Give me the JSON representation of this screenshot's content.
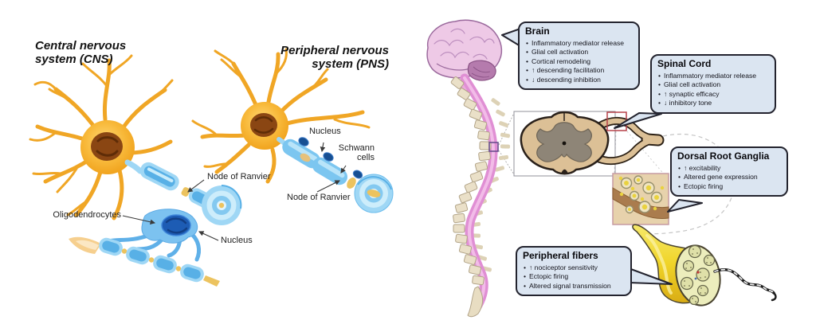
{
  "left_panel": {
    "cns_title": "Central nervous system (CNS)",
    "pns_title": "Peripheral nervous system (PNS)",
    "labels": {
      "node_of_ranvier_cns": "Node of Ranvier",
      "oligodendrocytes": "Oligodendrocytes",
      "nucleus_cns": "Nucleus",
      "nucleus_pns": "Nucleus",
      "schwann_cells": "Schwann cells",
      "node_of_ranvier_pns": "Node of Ranvier"
    }
  },
  "right_panel": {
    "callouts": {
      "brain": {
        "title": "Brain",
        "items": [
          "Inflammatory mediator release",
          "Glial cell activation",
          "Cortical remodeling",
          "↑ descending facilitation",
          "↓ descending inhibition"
        ]
      },
      "spinal_cord": {
        "title": "Spinal Cord",
        "items": [
          "Inflammatory mediator release",
          "Glial cell activation",
          "↑ synaptic efficacy",
          "↓ inhibitory tone"
        ]
      },
      "drg": {
        "title": "Dorsal Root Ganglia",
        "items": [
          "↑ excitability",
          "Altered gene expression",
          "Ectopic firing"
        ]
      },
      "peripheral": {
        "title": "Peripheral fibers",
        "items": [
          "↑ nociceptor sensitivity",
          "Ectopic firing",
          "Altered signal transmission"
        ]
      }
    }
  },
  "colors": {
    "callout_bg": "#dbe5f1",
    "callout_border": "#23232e",
    "neuron_gold": "#f0a625",
    "myelin_blue": "#9fd7f5",
    "oligodendrocyte_blue": "#1d5cb4",
    "node_yellow": "#ecc35f",
    "brain_pink": "#eec9e6",
    "cord_pink": "#e08fd4",
    "vertebra_beige": "#eae0c8",
    "cross_section_tan": "#dcc096",
    "gray_matter": "#8e8577",
    "ganglion_yellow": "#e9d23e",
    "nerve_yellow": "#f0d428",
    "highlight_red": "#b54049",
    "marker_purple": "#6b4e8e"
  }
}
